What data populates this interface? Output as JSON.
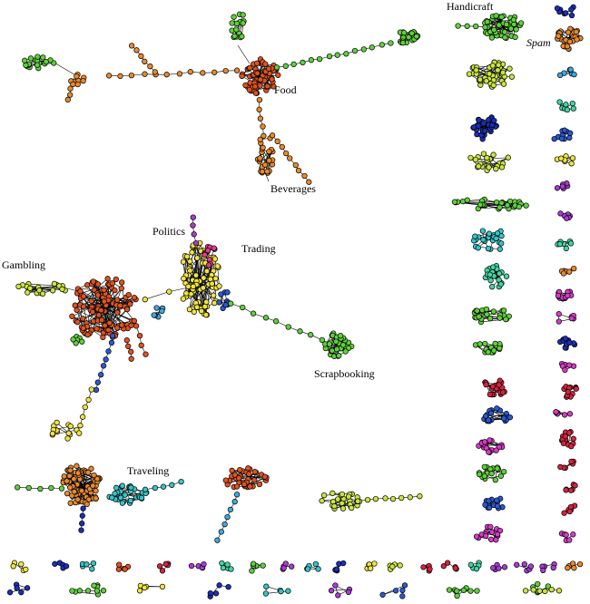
{
  "labels": {
    "handicraft": "Handicraft",
    "spam": "Spam",
    "food": "Food",
    "beverages": "Beverages",
    "politics": "Politics",
    "trading": "Trading",
    "gambling": "Gambling",
    "scrapbooking": "Scrapbooking",
    "traveling": "Traveling"
  },
  "colors": {
    "green": "#5fd13a",
    "orange": "#e8892c",
    "red_orange": "#e0531f",
    "yellow": "#f1e43b",
    "lime": "#c8e63a",
    "blue": "#2b59d6",
    "navy": "#1a2fb8",
    "cyan": "#34c6c9",
    "teal": "#3fd6a3",
    "magenta": "#d93bc9",
    "purple": "#a93bd6",
    "crimson": "#d6243f",
    "sky": "#3fa9e0",
    "pink": "#e23b8c"
  }
}
